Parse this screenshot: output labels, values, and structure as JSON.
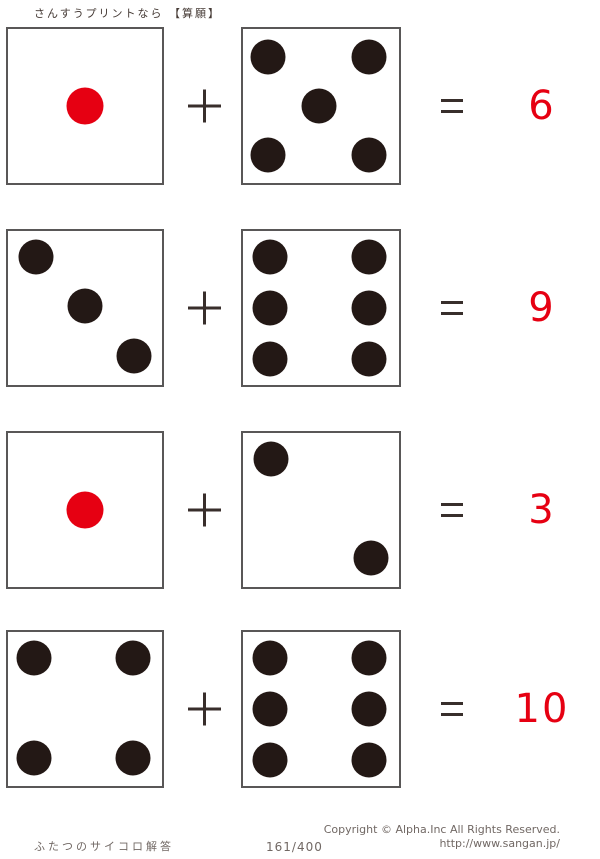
{
  "header": {
    "title": "さんすうプリントなら 【算願】"
  },
  "colors": {
    "dot_black": "#231815",
    "dot_red": "#e60012",
    "die_border": "#595757",
    "operator": "#382e2b",
    "answer_red": "#e60012",
    "header_text": "#453a35",
    "footer_text": "#716864"
  },
  "problems": [
    {
      "left_die": {
        "value": 1,
        "color": "red"
      },
      "right_die": {
        "value": 5,
        "color": "black"
      },
      "operator": "+",
      "equals": "=",
      "answer": "6"
    },
    {
      "left_die": {
        "value": 3,
        "color": "black"
      },
      "right_die": {
        "value": 6,
        "color": "black"
      },
      "operator": "+",
      "equals": "=",
      "answer": "9"
    },
    {
      "left_die": {
        "value": 1,
        "color": "red"
      },
      "right_die": {
        "value": 2,
        "color": "black"
      },
      "operator": "+",
      "equals": "=",
      "answer": "3"
    },
    {
      "left_die": {
        "value": 4,
        "color": "black"
      },
      "right_die": {
        "value": 6,
        "color": "black"
      },
      "operator": "+",
      "equals": "=",
      "answer": "10"
    }
  ],
  "footer": {
    "title": "ふたつのサイコロ解答",
    "page_number": "161/400",
    "copyright": "Copyright ©  Alpha.Inc All Rights Reserved.",
    "url": "http://www.sangan.jp/"
  }
}
